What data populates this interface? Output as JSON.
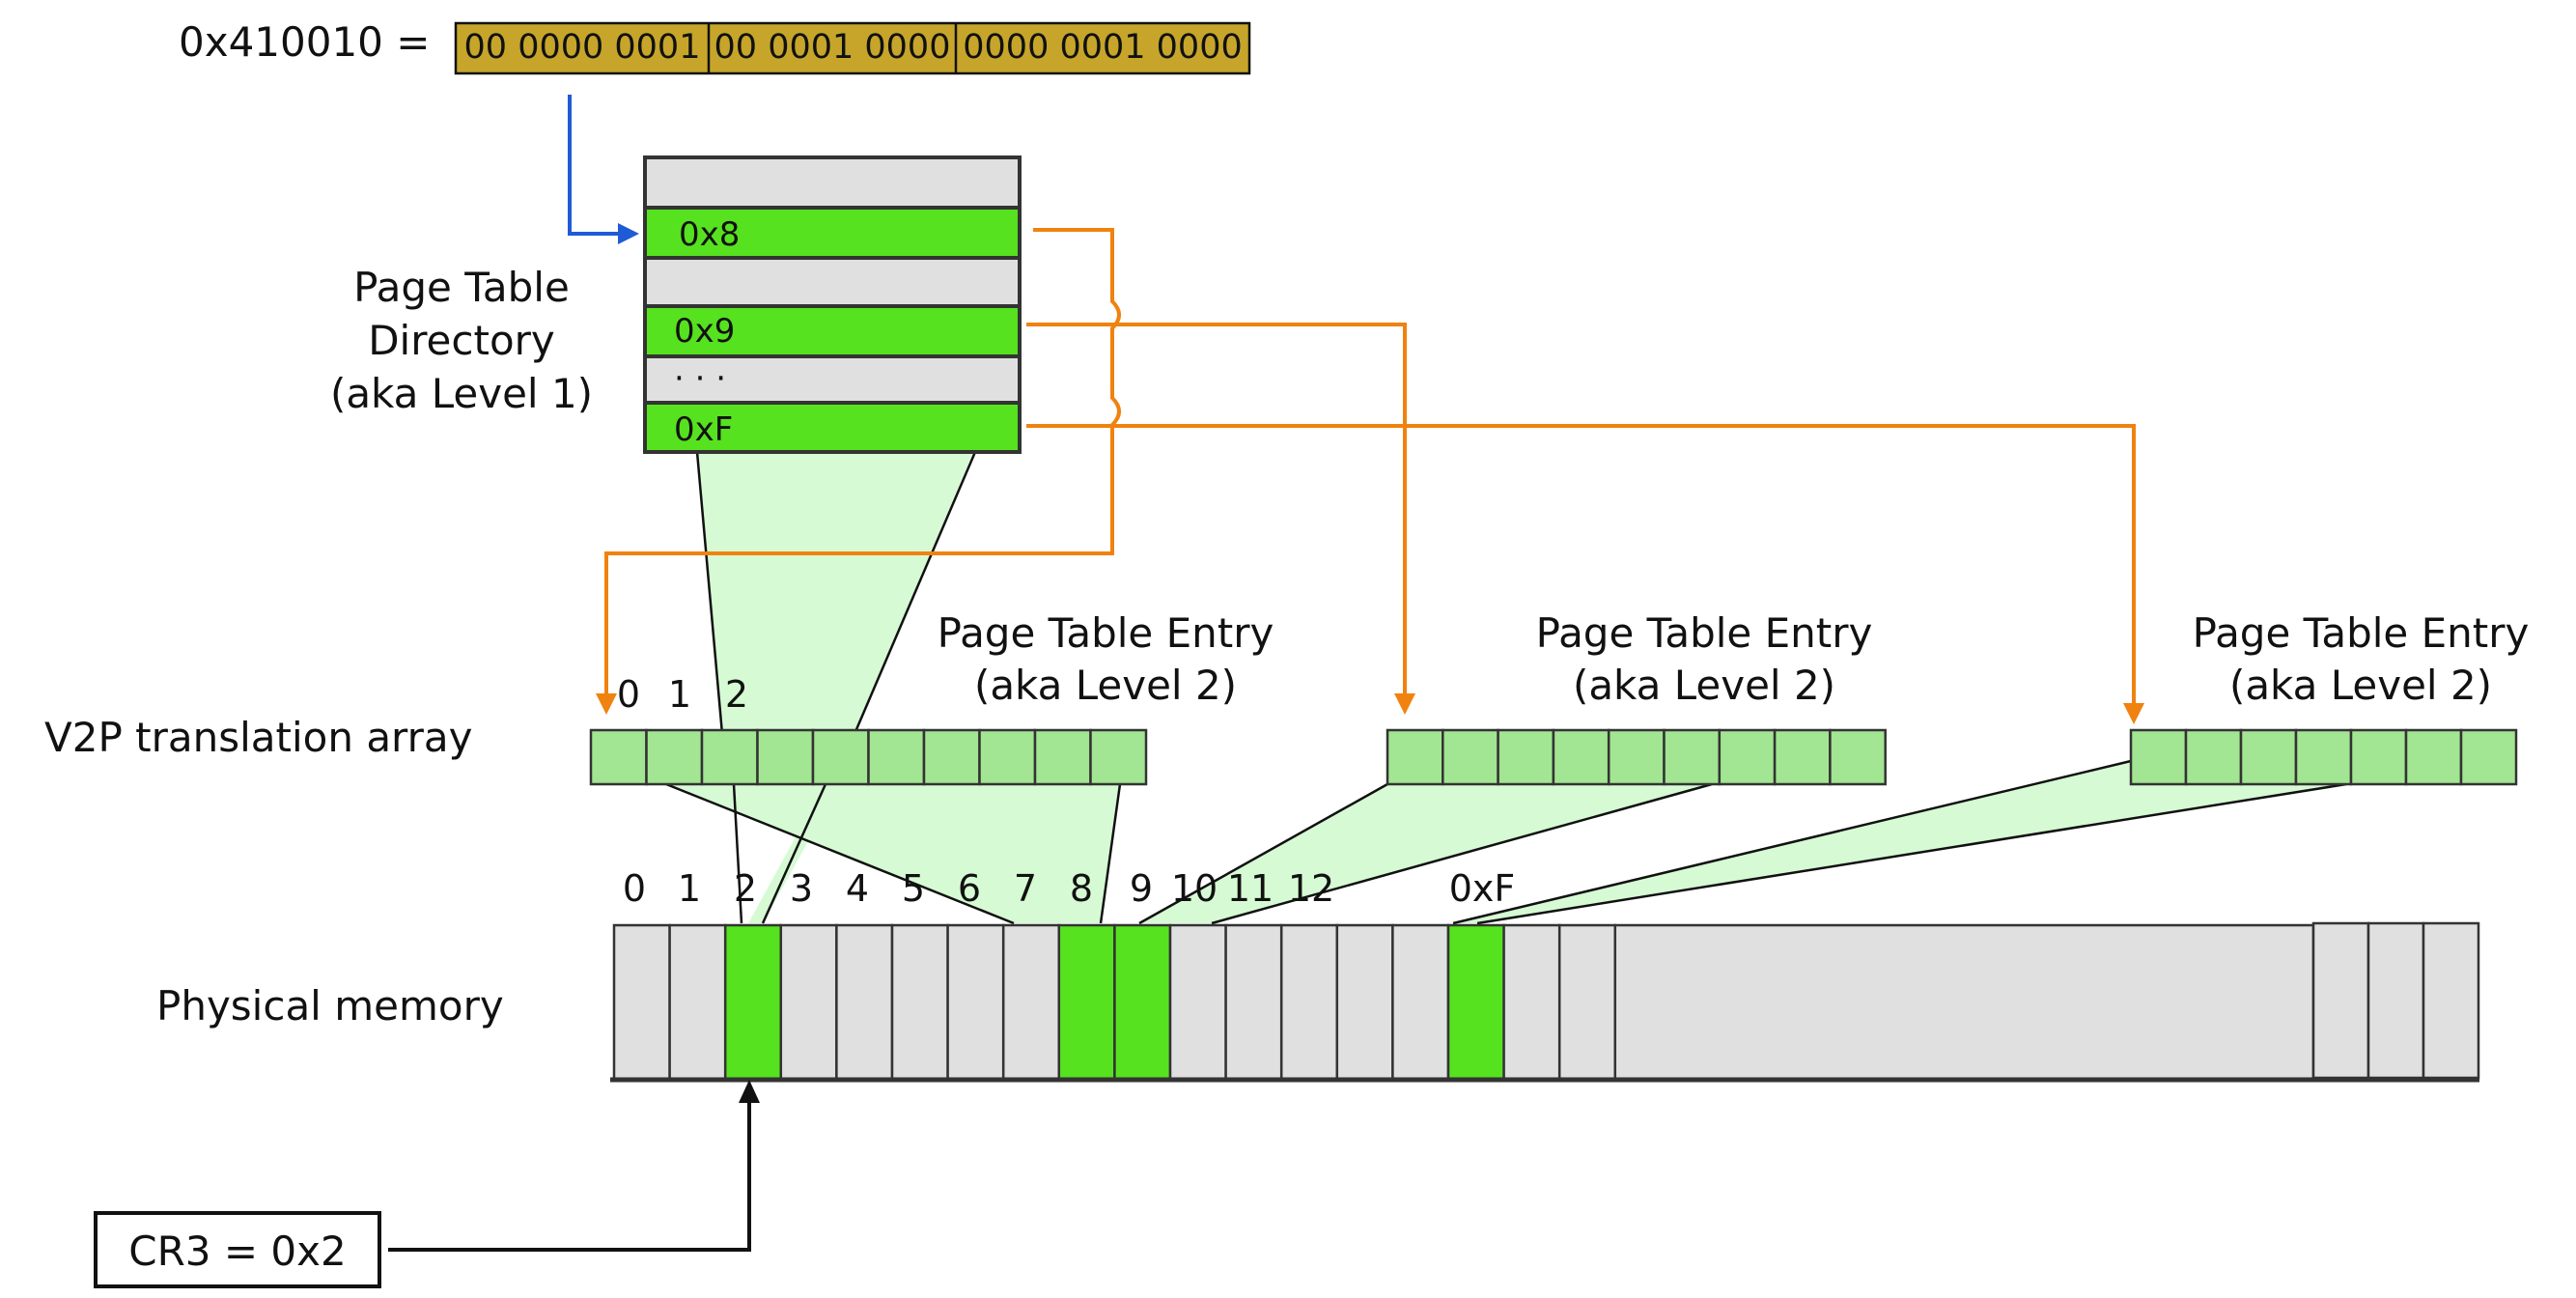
{
  "address": {
    "prefix": "0x410010 =",
    "segments": [
      "00 0000 0001",
      "00 0001 0000",
      "0000 0001 0000"
    ]
  },
  "page_directory": {
    "label_lines": [
      "Page Table",
      "Directory",
      "(aka Level 1)"
    ],
    "rows": [
      "",
      "0x8",
      "",
      "0x9",
      "· · ·",
      "0xF"
    ]
  },
  "pte_label_lines": [
    "Page Table Entry",
    "(aka Level 2)"
  ],
  "v2p": {
    "label": "V2P translation array",
    "indices": [
      "0",
      "1",
      "2"
    ]
  },
  "physical_memory": {
    "label": "Physical memory",
    "indices": [
      "0",
      "1",
      "2",
      "3",
      "4",
      "5",
      "6",
      "7",
      "8",
      "9",
      "10",
      "11",
      "12",
      "0xF"
    ]
  },
  "cr3": {
    "label": "CR3 = 0x2"
  },
  "colors": {
    "address_fill": "#c6a52a",
    "green_bright": "#56e21f",
    "green_light": "#a2e592",
    "green_fan": "#d6fbd4",
    "gray_cell": "#e0e0e0",
    "arrow_blue": "#1f5bd6",
    "arrow_orange": "#f0820f",
    "stroke": "#333333"
  }
}
